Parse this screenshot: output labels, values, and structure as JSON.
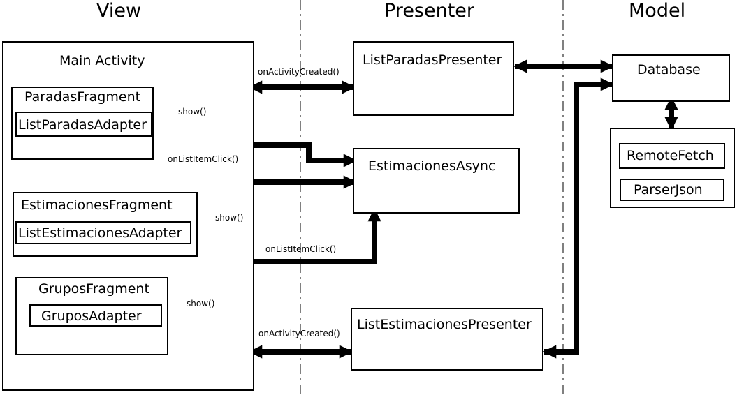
{
  "columns": {
    "view": "View",
    "presenter": "Presenter",
    "model": "Model"
  },
  "view": {
    "main_activity": "Main Activity",
    "paradas_fragment": "ParadasFragment",
    "list_paradas_adapter": "ListParadasAdapter",
    "estimaciones_fragment": "EstimacionesFragment",
    "list_estimaciones_adapter": "ListEstimacionesAdapter",
    "grupos_fragment": "GruposFragment",
    "grupos_adapter": "GruposAdapter"
  },
  "presenter": {
    "list_paradas_presenter": "ListParadasPresenter",
    "estimaciones_async": "EstimacionesAsync",
    "list_estimaciones_presenter": "ListEstimacionesPresenter"
  },
  "model": {
    "database": "Database",
    "remote_fetch": "RemoteFetch",
    "parser_json": "ParserJson"
  },
  "edges": {
    "show_1": "show()",
    "show_2": "show()",
    "show_3": "show()",
    "on_activity_created_1": "onActivityCreated()",
    "on_activity_created_2": "onActivityCreated()",
    "on_list_item_click_1": "onListItemClick()",
    "on_list_item_click_2": "onListItemClick()"
  }
}
